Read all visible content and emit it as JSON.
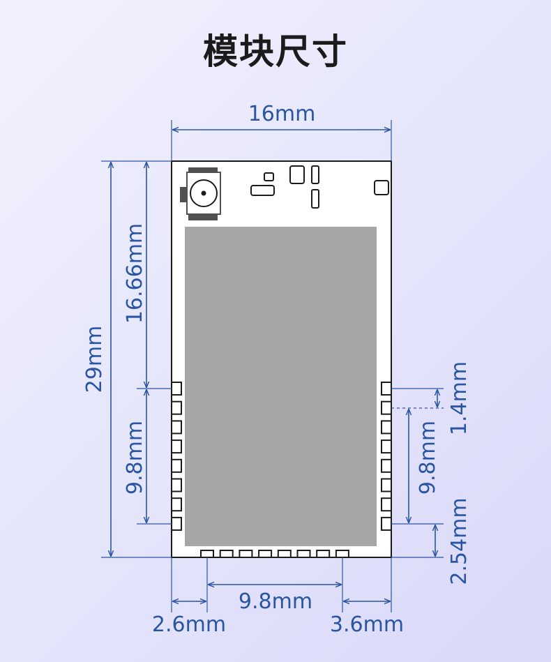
{
  "title": "模块尺寸",
  "dimensions": {
    "width": "16mm",
    "height": "29mm",
    "top_to_pins": "16.66mm",
    "left_pin_span": "9.8mm",
    "right_pin_span": "9.8mm",
    "bottom_pin_span": "9.8mm",
    "right_pin_offset": "1.4mm",
    "bottom_margin": "2.54mm",
    "left_margin": "2.6mm",
    "right_margin": "3.6mm"
  },
  "colors": {
    "dimension": "#2a55a3",
    "shield": "#a6a6a6",
    "connector": "#505050"
  }
}
